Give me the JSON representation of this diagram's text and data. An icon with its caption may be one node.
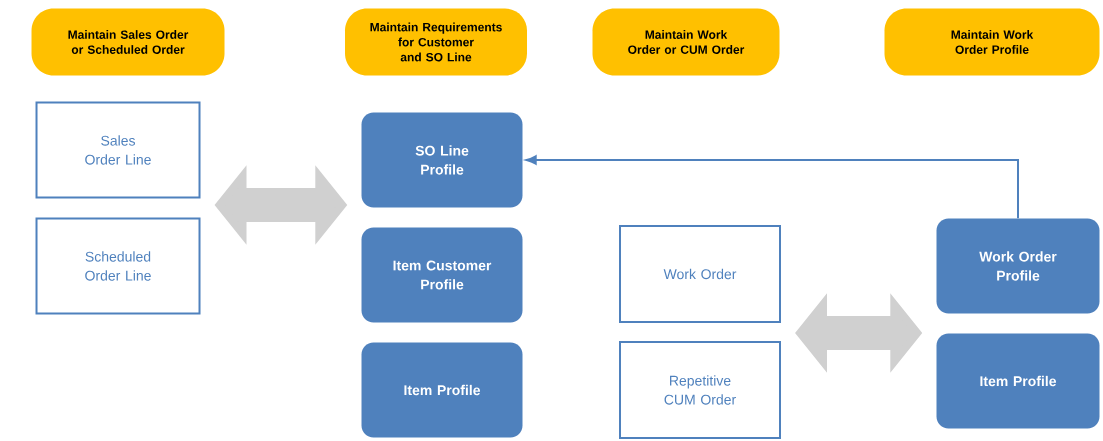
{
  "diagram": {
    "nodes": [
      {
        "text": [
          "Maintain Sales Order or Scheduled Order"
        ]
      },
      {
        "text": [
          "Maintain Requirements for Customer and SO Line"
        ]
      },
      {
        "text": [
          "Maintain Work Order or CUM Order"
        ]
      },
      {
        "text": [
          "Maintain Work Order Profile"
        ]
      },
      {
        "text": [
          "Sales Order Line"
        ]
      },
      {
        "text": [
          "Scheduled Order Line"
        ]
      },
      {
        "text": [
          "SO Line Profile"
        ]
      },
      {
        "text": [
          "Item Customer Profile"
        ]
      },
      {
        "text": [
          "Item Profile"
        ]
      },
      {
        "text": [
          "Work Order"
        ]
      },
      {
        "text": [
          "Repetitive CUM Order"
        ]
      },
      {
        "text": [
          "Work Order Profile"
        ]
      },
      {
        "text": [
          "Item Profile"
        ]
      }
    ],
    "edges": [
      {
        "from": 4,
        "to": 6,
        "arrow": "both"
      },
      {
        "from": 9,
        "to": 11,
        "arrow": "both"
      },
      {
        "from": 11,
        "to": 6,
        "arrow": "to",
        "color": "#4f81bd"
      }
    ]
  }
}
